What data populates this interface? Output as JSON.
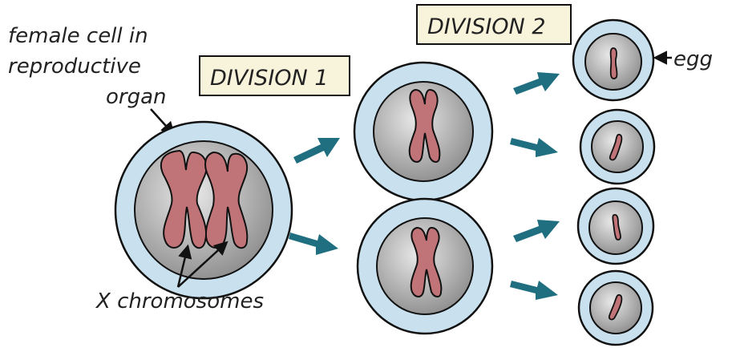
{
  "labels": {
    "female_cell_line1": "female cell in",
    "female_cell_line2": "reproductive",
    "female_cell_line3": "organ",
    "x_chromosomes": "X chromosomes",
    "egg": "egg"
  },
  "divisions": {
    "division1": "DIVISION 1",
    "division2": "DIVISION 2"
  },
  "colors": {
    "cell_outer": "#c9e1ef",
    "cell_nucleus": "#9a9a9a",
    "chromosome": "#c17478",
    "arrow": "#1f6f80",
    "label_box": "#f8f4dc"
  }
}
